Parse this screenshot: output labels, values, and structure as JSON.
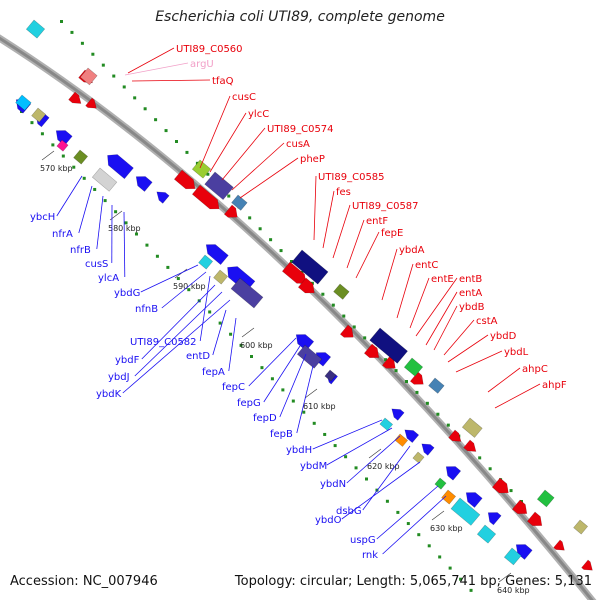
{
  "title": "Escherichia coli UTI89, complete genome",
  "footer": {
    "accession": "Accession: NC_007946",
    "topology": "Topology: circular; Length: 5,065,741 bp; Genes: 5,131"
  },
  "colors": {
    "forward": "#e8000b",
    "reverse": "#1a0ff2",
    "pseudo": "#f2a0c8",
    "backbone": "#888888",
    "tick": "#228b22"
  },
  "kbp_ticks": [
    "570 kbp",
    "580 kbp",
    "590 kbp",
    "600 kbp",
    "610 kbp",
    "620 kbp",
    "630 kbp",
    "640 kbp"
  ],
  "forward_labels": [
    "UTI89_C0560",
    "argU",
    "tfaQ",
    "cusC",
    "ylcC",
    "UTI89_C0574",
    "cusA",
    "pheP",
    "UTI89_C0585",
    "fes",
    "UTI89_C0587",
    "entF",
    "fepE",
    "ybdA",
    "entC",
    "entE",
    "entB",
    "entA",
    "ybdB",
    "cstA",
    "ybdD",
    "ybdL",
    "ahpC",
    "ahpF"
  ],
  "reverse_labels": [
    "ybcH",
    "nfrA",
    "nfrB",
    "cusS",
    "ylcA",
    "ybdG",
    "nfnB",
    "UTI89_C0582",
    "ybdF",
    "ybdJ",
    "ybdK",
    "entD",
    "fepA",
    "fepC",
    "fepG",
    "fepD",
    "fepB",
    "ybdH",
    "ybdM",
    "ybdN",
    "dsbG",
    "ybdO",
    "uspG",
    "rnk"
  ]
}
